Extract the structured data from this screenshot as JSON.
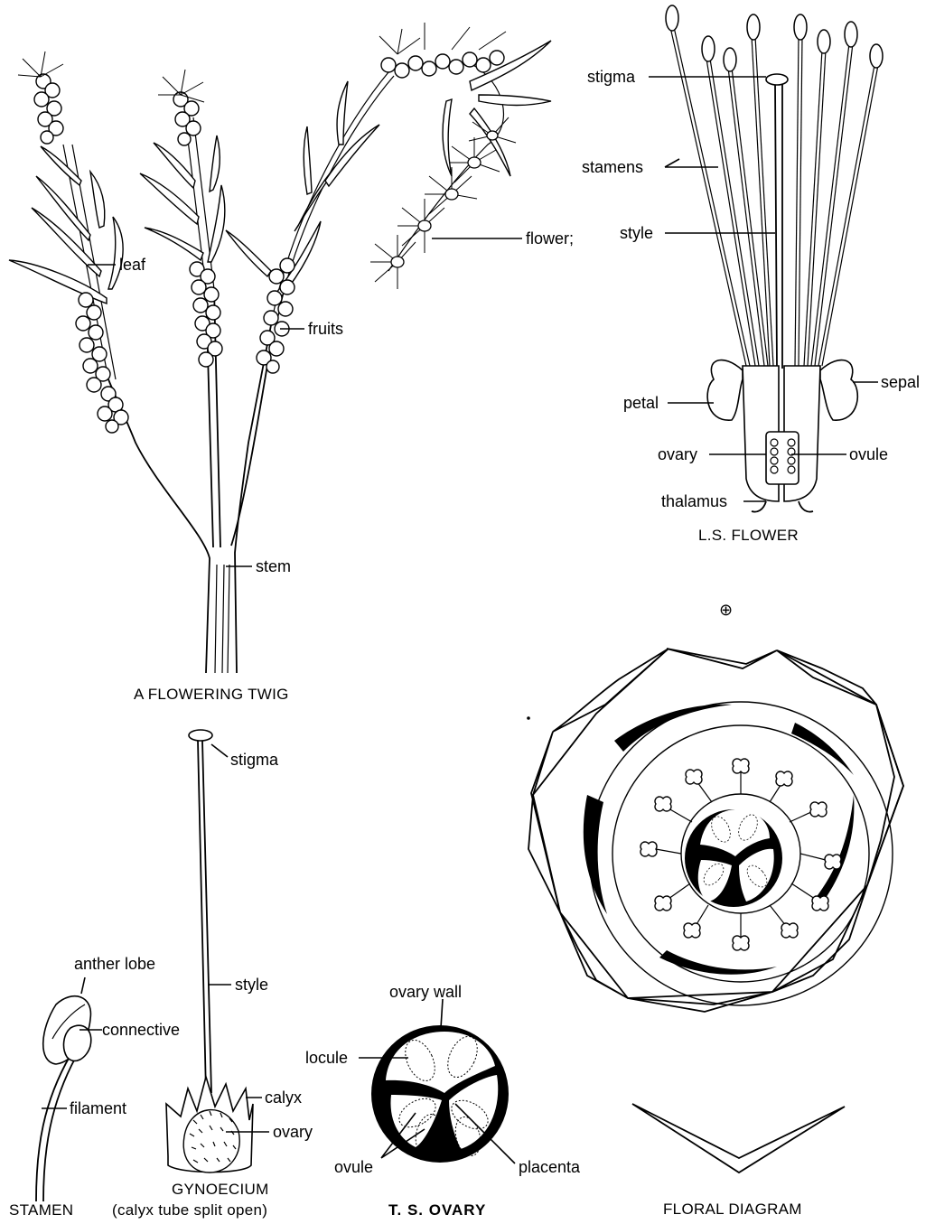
{
  "twig": {
    "title": "A FLOWERING TWIG",
    "labels": {
      "leaf": "leaf",
      "fruits": "fruits",
      "flower": "flower;",
      "stem": "stem"
    }
  },
  "ls_flower": {
    "title": "L.S. FLOWER",
    "symbol": "⊕",
    "labels": {
      "stigma": "stigma",
      "stamens": "stamens",
      "style": "style",
      "sepal": "sepal",
      "petal": "petal",
      "ovary": "ovary",
      "ovule": "ovule",
      "thalamus": "thalamus"
    }
  },
  "stamen": {
    "title": "STAMEN",
    "labels": {
      "anther_lobe": "anther lobe",
      "connective": "connective",
      "filament": "filament"
    }
  },
  "gynoecium": {
    "title": "GYNOECIUM",
    "subtitle": "(calyx tube split open)",
    "labels": {
      "stigma": "stigma",
      "style": "style",
      "calyx": "calyx",
      "ovary": "ovary"
    }
  },
  "ts_ovary": {
    "title": "T. S. OVARY",
    "labels": {
      "ovary_wall": "ovary wall",
      "locule": "locule",
      "ovule": "ovule",
      "placenta": "placenta"
    }
  },
  "floral_diagram": {
    "title": "FLORAL DIAGRAM"
  }
}
